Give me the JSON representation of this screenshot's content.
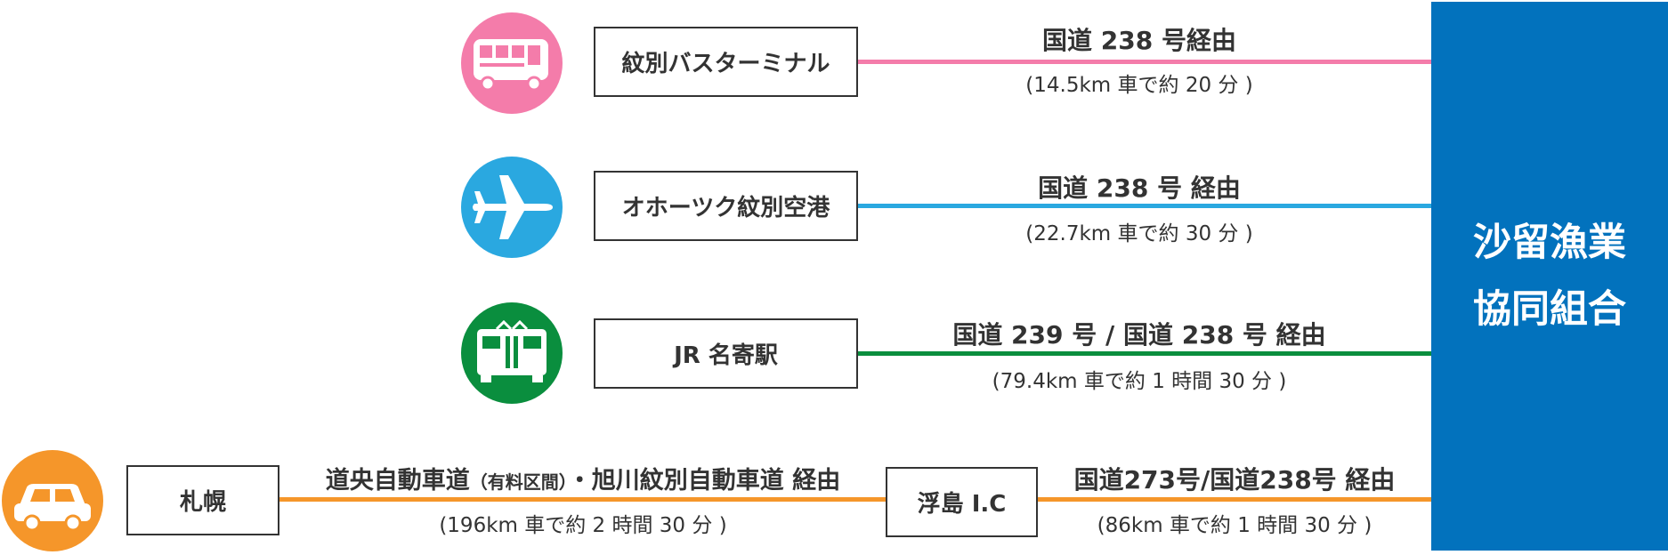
{
  "destination": {
    "line1": "沙留漁業",
    "line2": "協同組合",
    "color": "#0272bd"
  },
  "routes": [
    {
      "id": "bus",
      "icon": "bus-icon",
      "color": "#f47caa",
      "origin": "紋別バスターミナル",
      "via": "国道 238 号経由",
      "detail": "(14.5km 車で約 20 分 )"
    },
    {
      "id": "plane",
      "icon": "airplane-icon",
      "color": "#2aa8e0",
      "origin": "オホーツク紋別空港",
      "via": "国道 238 号 経由",
      "detail": "(22.7km 車で約 30 分 )"
    },
    {
      "id": "train",
      "icon": "train-icon",
      "color": "#0a8e3e",
      "origin": "JR 名寄駅",
      "via": "国道 239 号 / 国道 238 号 経由",
      "detail": "(79.4km 車で約 1 時間 30 分 )"
    },
    {
      "id": "car",
      "icon": "car-icon",
      "color": "#f5962a",
      "origin": "札幌",
      "segment1": {
        "via_pre": "道央自動車道",
        "via_note": "（有料区間）",
        "via_post": "・旭川紋別自動車道 経由",
        "detail": "(196km 車で約 2 時間 30 分 )"
      },
      "waypoint": "浮島 I.C",
      "segment2": {
        "via": "国道273号/国道238号 経由",
        "detail": "(86km 車で約 1 時間 30 分 )"
      }
    }
  ]
}
